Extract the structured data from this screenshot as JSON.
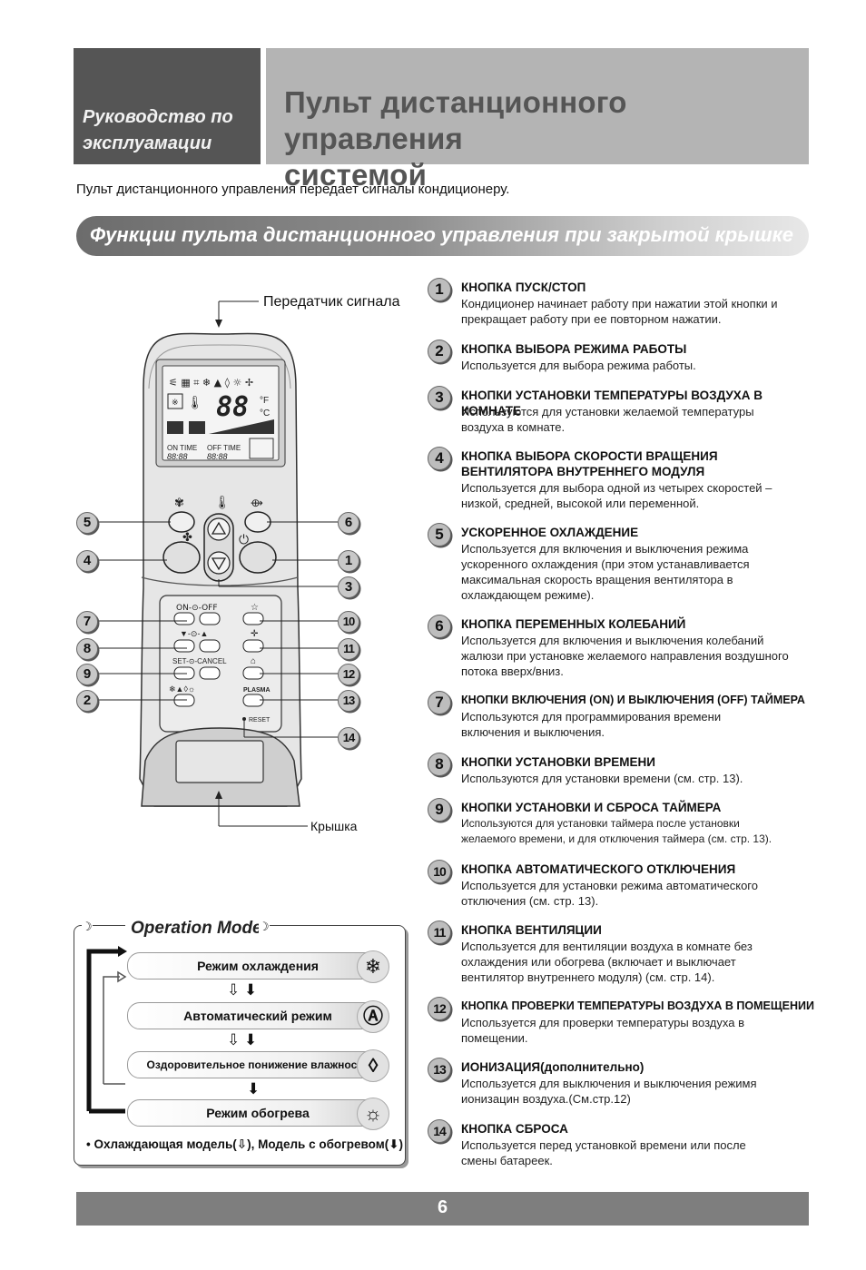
{
  "header": {
    "left_line1": "Руководсmво по",
    "left_line2": "эксплуамации",
    "title_line1": "Пульт дистанционного управления",
    "title_line2": "системой"
  },
  "intro": "Пульт дистанционного управления передает сигналы кондиционеру.",
  "banner": "Функции пульта дистанционного управления при закрытой крышке",
  "remote": {
    "transmitter_label": "Передатчик сигнала",
    "cover_label": "Крышка",
    "lcd": {
      "digits": "88",
      "unit_f": "°F",
      "unit_c": "°C",
      "on_time": "ON TIME",
      "off_time": "OFF TIME",
      "time_digits": "88:88",
      "time_digits2": "88:88"
    },
    "timer_on_off": "ON-⊙-OFF",
    "set_cancel": "SET-⊙-CANCEL",
    "plasma": "PLASMA",
    "reset": "RESET",
    "callouts": [
      "5",
      "4",
      "7",
      "8",
      "9",
      "2",
      "6",
      "1",
      "3",
      "10",
      "11",
      "12",
      "13",
      "14"
    ]
  },
  "items": [
    {
      "num": "1",
      "title": "КНОПКА ПУСК/СТОП",
      "desc": [
        "Кондиционер начинает работу при нажатии этой кнопки и",
        "прекращает работу при ее повторном нажатии."
      ]
    },
    {
      "num": "2",
      "title": "КНОПКА ВЫБОРА РЕЖИМА РАБОТЫ",
      "desc": [
        "Используется для выбора режима работы."
      ]
    },
    {
      "num": "3",
      "title": "КНОПКИ УСТАНОВКИ ТЕМПЕРАТУРЫ ВОЗДУХА В КОМНАТЕ",
      "desc": [
        "Используются для установки желаемой температуры",
        "воздуха в комнате."
      ]
    },
    {
      "num": "4",
      "title": "КНОПКА ВЫБОРА СКОРОСТИ ВРАЩЕНИЯ",
      "title2": "ВЕНТИЛЯТОРА ВНУТРЕННЕГО МОДУЛЯ",
      "desc": [
        "Используется для выбора одной из четырех скоростей –",
        "низкой, средней, высокой или переменной."
      ]
    },
    {
      "num": "5",
      "title": "УСКОРЕННОЕ ОХЛАЖДЕНИЕ",
      "desc": [
        "Используется для включения и выключения режима",
        "ускоренного охлаждения (при этом устанавливается",
        "максимальная скорость вращения вентилятора в",
        "охлаждающем режиме)."
      ]
    },
    {
      "num": "6",
      "title": "КНОПКА ПЕРЕМЕННЫХ КОЛЕБАНИЙ",
      "desc": [
        "Используется для включения и выключения колебаний",
        "жалюзи при установке желаемого направления воздушного",
        "потока вверх/вниз."
      ]
    },
    {
      "num": "7",
      "title": "КНОПКИ ВКЛЮЧЕНИЯ (ON) И ВЫКЛЮЧЕНИЯ (OFF) ТАЙМЕРА",
      "desc": [
        "Используются для программирования времени",
        "включения и выключения."
      ]
    },
    {
      "num": "8",
      "title": "КНОПКИ УСТАНОВКИ ВРЕМЕНИ",
      "desc": [
        "Используются для установки времени (см. стр. 13)."
      ]
    },
    {
      "num": "9",
      "title": "КНОПКИ УСТАНОВКИ И СБРОСА ТАЙМЕРА",
      "desc": [
        "Используются для установки таймера после установки",
        "желаемого времени, и для отключения таймера (см. стр. 13)."
      ]
    },
    {
      "num": "10",
      "title": "КНОПКА АВТОМАТИЧЕСКОГО ОТКЛЮЧЕНИЯ",
      "desc": [
        "Используется для установки режима автоматического",
        "отключения (см. стр. 13)."
      ]
    },
    {
      "num": "11",
      "title": "КНОПКА ВЕНТИЛЯЦИИ",
      "desc": [
        "Используется для вентиляции воздуха в комнате без",
        "охлаждения или обогрева (включает и выключает",
        "вентилятор внутреннего модуля) (см. стр. 14)."
      ]
    },
    {
      "num": "12",
      "title": "КНОПКА ПРОВЕРКИ ТЕМПЕРАТУРЫ ВОЗДУХА В ПОМЕЩЕНИИ",
      "desc": [
        "Используется для проверки температуры воздуха в",
        "помещении."
      ]
    },
    {
      "num": "13",
      "title": "ИОНИЗАЦИЯ(дополнительно)",
      "desc": [
        "Используется для выключения и выключения режимя",
        "ионизацин воздуха.(См.стр.12)"
      ]
    },
    {
      "num": "14",
      "title": "КНОПКА СБРОСА",
      "desc": [
        "Используется перед установкой времени или после",
        "смены батареек."
      ]
    }
  ],
  "operation_mode": {
    "title": "Operation Mode",
    "modes": [
      "Режим охлаждения",
      "Автоматический режим",
      "Оздоровительное понижение влажности",
      "Режим обогрева"
    ],
    "footnote": "• Охлаждающая модель(⇩), Модель с обогревом(⬇)"
  },
  "page_number": "6",
  "colors": {
    "header_dark": "#555555",
    "header_light": "#b4b4b4",
    "footer": "#7e7e7e"
  }
}
